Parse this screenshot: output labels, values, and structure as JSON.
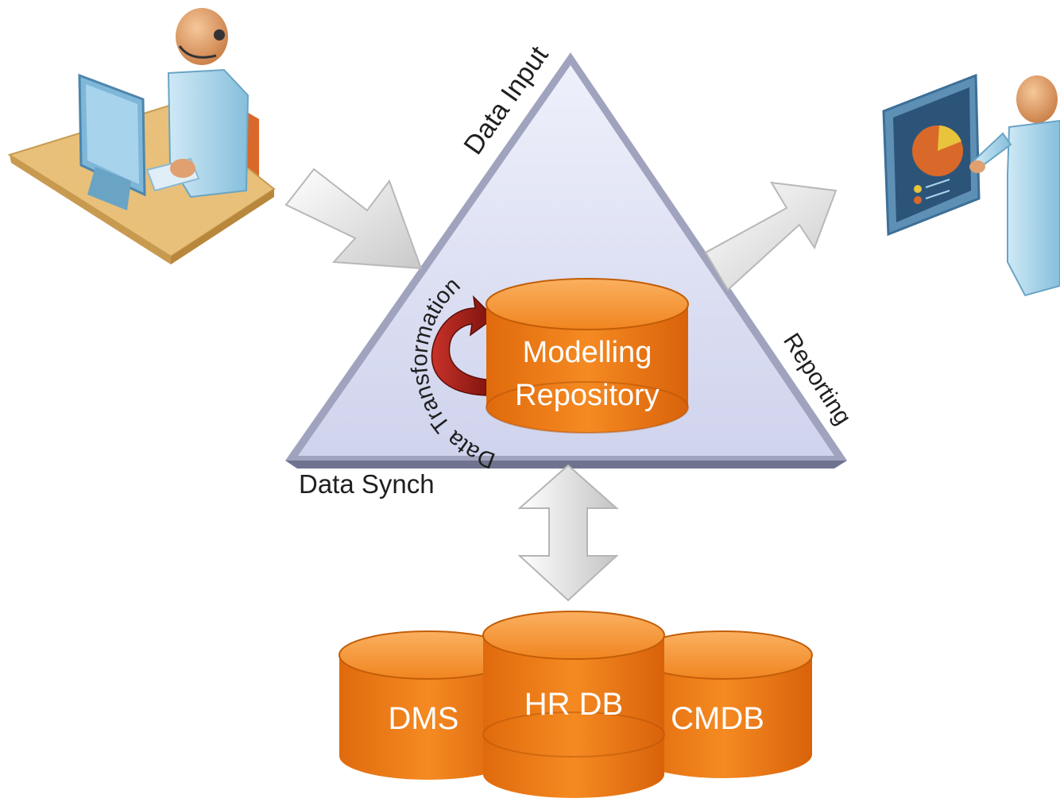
{
  "diagram": {
    "edges": {
      "data_input": "Data Input",
      "reporting": "Reporting",
      "data_synch": "Data Synch"
    },
    "transformation_label": "Data Transformation",
    "central_repository": {
      "line1": "Modelling",
      "line2": "Repository"
    },
    "source_databases": {
      "left": "DMS",
      "center": "HR DB",
      "right": "CMDB"
    },
    "colors": {
      "triangle_fill": "#d9dcf0",
      "triangle_edge": "#8b8fa8",
      "database_orange": "#f07d1a",
      "database_top": "#f7a04a",
      "cycle_arrow": "#9b1b14",
      "person_skin": "#e0a070",
      "person_shirt": "#a9d4ea",
      "desk": "#e8c07a"
    }
  }
}
